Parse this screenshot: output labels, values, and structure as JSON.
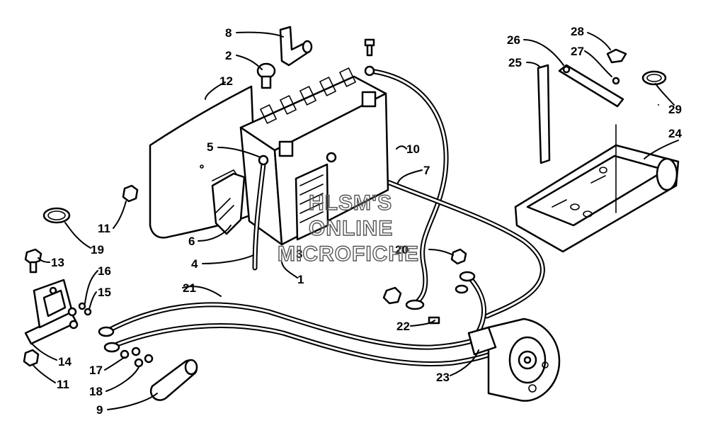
{
  "watermark": {
    "line1": "HLSM'S",
    "line2": "ONLINE",
    "line3": "MICROFICHE"
  },
  "callouts": {
    "c1": "1",
    "c2": "2",
    "c3": "3",
    "c4": "4",
    "c5": "5",
    "c6": "6",
    "c7": "7",
    "c8": "8",
    "c9": "9",
    "c10": "10",
    "c11a": "11",
    "c11b": "11",
    "c12": "12",
    "c13": "13",
    "c14": "14",
    "c15": "15",
    "c16": "16",
    "c17": "17",
    "c18": "18",
    "c19": "19",
    "c20": "20",
    "c21": "21",
    "c22": "22",
    "c23": "23",
    "c24": "24",
    "c25": "25",
    "c26": "26",
    "c27": "27",
    "c28": "28",
    "c29": "29"
  }
}
